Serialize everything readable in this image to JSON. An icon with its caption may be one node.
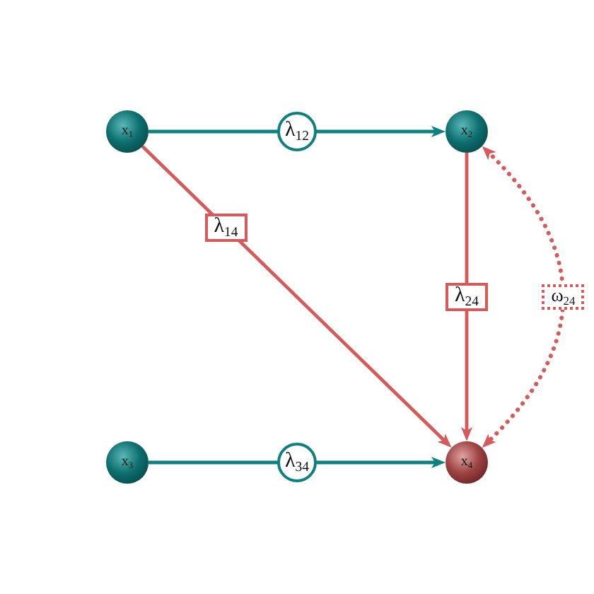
{
  "diagram": {
    "nodes": [
      {
        "text": [
          "x$_{1}$"
        ]
      },
      {
        "text": [
          "x$_{2}$"
        ]
      },
      {
        "text": [
          "x$_{3}$"
        ]
      },
      {
        "text": [
          "x$_{4}$"
        ]
      }
    ],
    "edges": [
      {
        "from": 0,
        "to": 1,
        "arrow": "to",
        "label": "λ$_{12}$",
        "color": "#0f8080"
      },
      {
        "from": 0,
        "to": 3,
        "arrow": "to",
        "label": "λ$_{14}$"
      },
      {
        "from": 1,
        "to": 3,
        "arrow": "to",
        "label": "λ$_{24}$"
      },
      {
        "from": 1,
        "to": 3,
        "arrow": "both",
        "label": "ω$_{24}$",
        "style": "dashed"
      },
      {
        "from": 2,
        "to": 3,
        "arrow": "to",
        "label": "λ$_{34}$",
        "color": "#0f8080"
      }
    ]
  }
}
